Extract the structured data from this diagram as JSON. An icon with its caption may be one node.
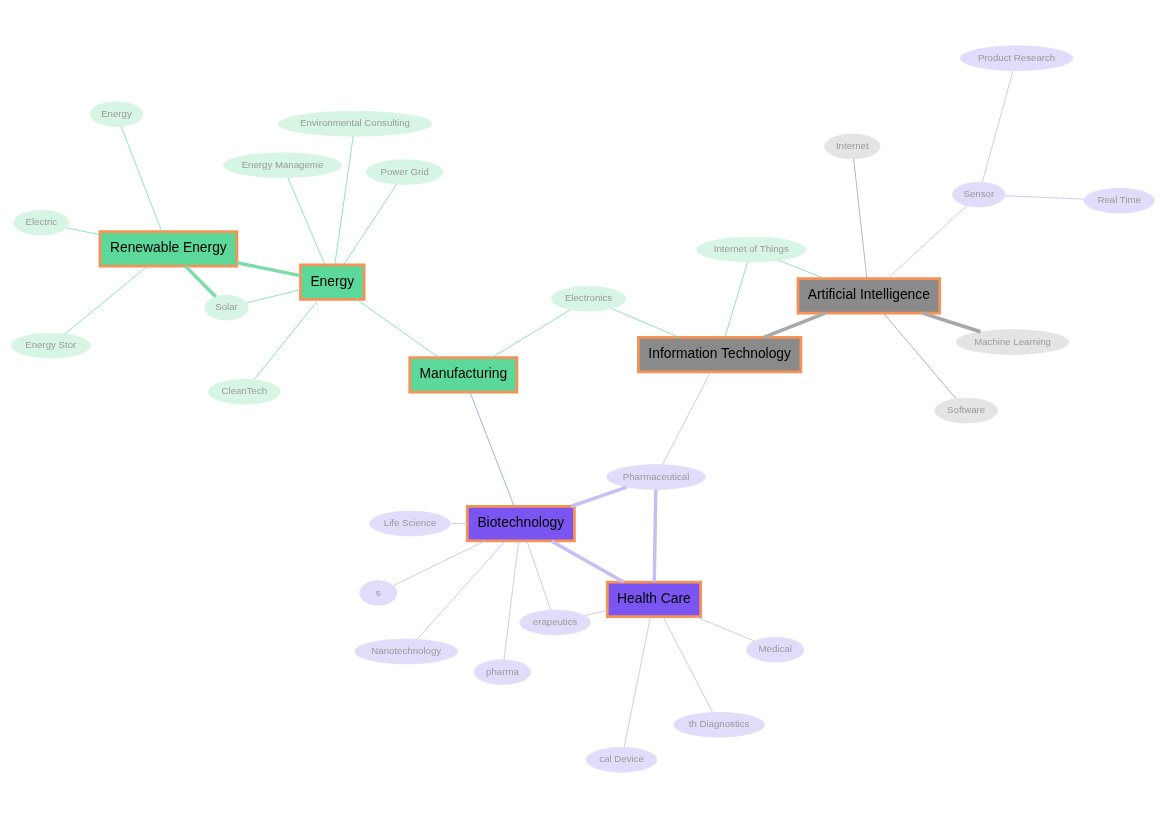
{
  "diagram": {
    "nodes": [
      {
        "text": [
          "Life Science"
        ]
      },
      {
        "text": [
          "pharma"
        ]
      },
      {
        "text": [
          "s"
        ]
      },
      {
        "text": [
          "erapeutics"
        ]
      },
      {
        "text": [
          "Medical"
        ]
      },
      {
        "text": [
          "cal Device"
        ]
      },
      {
        "text": [
          "Biotechnology"
        ]
      },
      {
        "text": [
          "Health Care"
        ]
      },
      {
        "text": [
          "Pharmaceutical"
        ]
      },
      {
        "text": [
          "th Diagnostics"
        ]
      },
      {
        "text": [
          "Nanotechnology"
        ]
      },
      {
        "text": [
          "Product Research"
        ]
      },
      {
        "text": [
          "Real Time"
        ]
      },
      {
        "text": [
          "Sensor"
        ]
      },
      {
        "text": [
          "Environmental Consulting"
        ]
      },
      {
        "text": [
          "CleanTech"
        ]
      },
      {
        "text": [
          "Energy Stor"
        ]
      },
      {
        "text": [
          "Renewable Energy"
        ]
      },
      {
        "text": [
          "Energy"
        ]
      },
      {
        "text": [
          "Energy"
        ]
      },
      {
        "text": [
          "Solar"
        ]
      },
      {
        "text": [
          "Electric"
        ]
      },
      {
        "text": [
          "Manufacturing"
        ]
      },
      {
        "text": [
          "Power Grid"
        ]
      },
      {
        "text": [
          "Energy Manageme"
        ]
      },
      {
        "text": [
          "Electronics"
        ]
      },
      {
        "text": [
          "Internet of Things"
        ]
      },
      {
        "text": [
          "Information Technology"
        ]
      },
      {
        "text": [
          "Artificial Intelligence"
        ]
      },
      {
        "text": [
          "Software"
        ]
      },
      {
        "text": [
          "Internet"
        ]
      },
      {
        "text": [
          "Machine Learning"
        ]
      }
    ],
    "edges": [
      {
        "from": 6,
        "to": 7,
        "arrow": "none",
        "style": "thick"
      },
      {
        "from": 6,
        "to": 8,
        "arrow": "none",
        "style": "thick"
      },
      {
        "from": 7,
        "to": 8,
        "arrow": "none",
        "style": "thick"
      },
      {
        "from": 7,
        "to": 4,
        "arrow": "none"
      },
      {
        "from": 7,
        "to": 5,
        "arrow": "none"
      },
      {
        "from": 7,
        "to": 9,
        "arrow": "none"
      },
      {
        "from": 7,
        "to": 3,
        "arrow": "none"
      },
      {
        "from": 6,
        "to": 3,
        "arrow": "none"
      },
      {
        "from": 6,
        "to": 0,
        "arrow": "none"
      },
      {
        "from": 6,
        "to": 1,
        "arrow": "none"
      },
      {
        "from": 6,
        "to": 2,
        "arrow": "none"
      },
      {
        "from": 6,
        "to": 10,
        "arrow": "none"
      },
      {
        "from": 8,
        "to": 27,
        "arrow": "none"
      },
      {
        "from": 13,
        "to": 11,
        "arrow": "none"
      },
      {
        "from": 13,
        "to": 12,
        "arrow": "none"
      },
      {
        "from": 13,
        "to": 28,
        "arrow": "none"
      },
      {
        "from": 27,
        "to": 28,
        "arrow": "none",
        "style": "thick",
        "color": "#a8a8a8"
      },
      {
        "from": 28,
        "to": 31,
        "arrow": "none",
        "style": "thick",
        "color": "#a8a8a8"
      },
      {
        "from": 28,
        "to": 29,
        "arrow": "none",
        "color": "#a8a8a8"
      },
      {
        "from": 28,
        "to": 30,
        "arrow": "none",
        "color": "#a8a8a8"
      },
      {
        "from": 28,
        "to": 26,
        "arrow": "none",
        "color": "#7fdcaa"
      },
      {
        "from": 27,
        "to": 26,
        "arrow": "none",
        "color": "#7fdcaa"
      },
      {
        "from": 27,
        "to": 25,
        "arrow": "none",
        "color": "#7fdcaa"
      },
      {
        "from": 19,
        "to": 17,
        "arrow": "none",
        "style": "thick",
        "color": "#7fdcaa"
      },
      {
        "from": 19,
        "to": 20,
        "arrow": "none",
        "color": "#7fdcaa"
      },
      {
        "from": 17,
        "to": 20,
        "arrow": "none",
        "style": "thick",
        "color": "#7fdcaa"
      },
      {
        "from": 17,
        "to": 16,
        "arrow": "none",
        "color": "#7fdcaa"
      },
      {
        "from": 17,
        "to": 18,
        "arrow": "none",
        "color": "#7fdcaa"
      },
      {
        "from": 17,
        "to": 21,
        "arrow": "none",
        "color": "#7fdcaa"
      },
      {
        "from": 19,
        "to": 15,
        "arrow": "none",
        "color": "#7fdcaa"
      },
      {
        "from": 19,
        "to": 14,
        "arrow": "none",
        "color": "#7fdcaa"
      },
      {
        "from": 19,
        "to": 23,
        "arrow": "none",
        "color": "#7fdcaa"
      },
      {
        "from": 19,
        "to": 24,
        "arrow": "none",
        "color": "#7fdcaa"
      },
      {
        "from": 22,
        "to": 19,
        "arrow": "none",
        "color": "#7fdcaa"
      },
      {
        "from": 22,
        "to": 6,
        "arrow": "none",
        "color": "#8aa6d8"
      },
      {
        "from": 22,
        "to": 25,
        "arrow": "none",
        "color": "#7fdcaa"
      }
    ]
  }
}
